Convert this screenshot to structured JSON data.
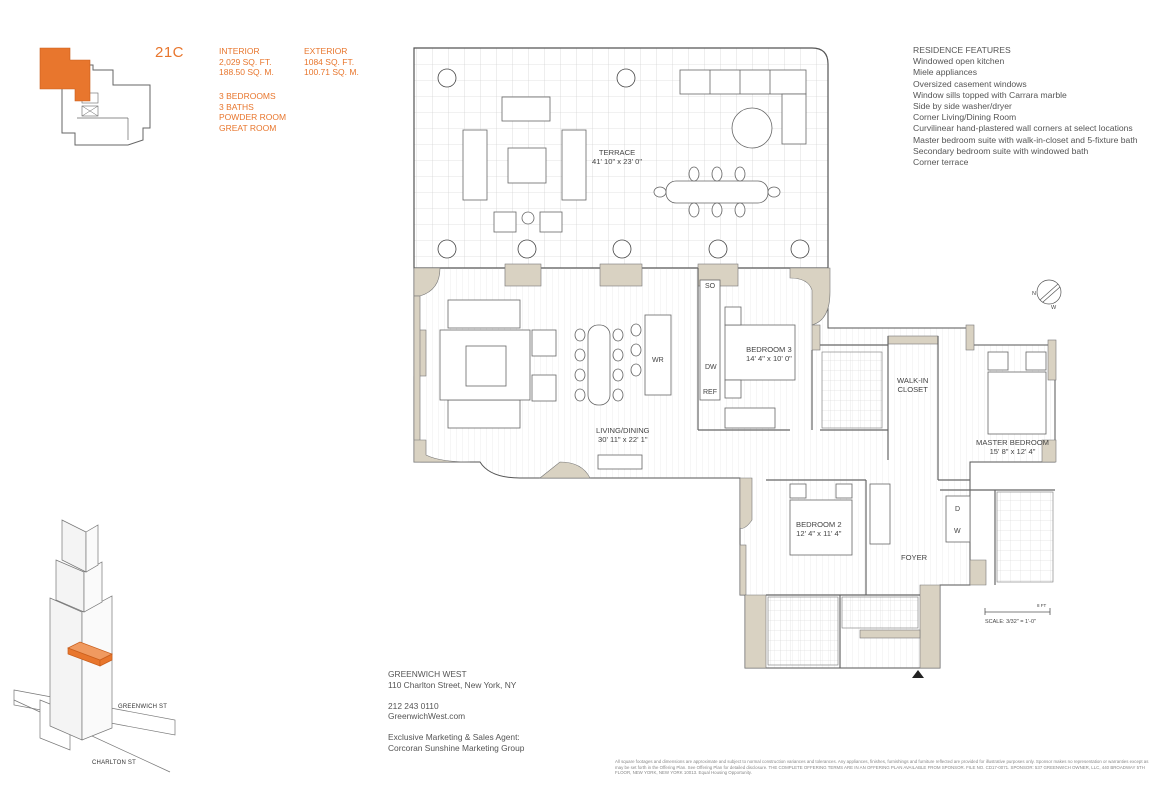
{
  "unit": {
    "number": "21C"
  },
  "interior": {
    "label": "INTERIOR",
    "sqft": "2,029 SQ. FT.",
    "sqm": "188.50 SQ. M."
  },
  "exterior": {
    "label": "EXTERIOR",
    "sqft": "1084 SQ. FT.",
    "sqm": "100.71 SQ. M."
  },
  "layout": [
    "3 BEDROOMS",
    "3 BATHS",
    "POWDER ROOM",
    "GREAT ROOM"
  ],
  "features": {
    "title": "RESIDENCE FEATURES",
    "items": [
      "Windowed open kitchen",
      "Miele appliances",
      "Oversized casement windows",
      "Window sills topped with Carrara marble",
      "Side by side washer/dryer",
      "Corner Living/Dining Room",
      "Curvilinear hand-plastered wall corners at select locations",
      "Master bedroom suite with walk-in-closet and 5-fixture bath",
      "Secondary bedroom suite with windowed bath",
      "Corner terrace"
    ]
  },
  "rooms": {
    "terrace": {
      "name": "TERRACE",
      "dim": "41' 10\" x 23' 0\""
    },
    "living": {
      "name": "LIVING/DINING",
      "dim": "30' 11\" x 22' 1\""
    },
    "bedroom3": {
      "name": "BEDROOM 3",
      "dim": "14' 4\" x 10' 0\""
    },
    "walkin1": "WALK-IN",
    "walkin2": "CLOSET",
    "master": {
      "name": "MASTER BEDROOM",
      "dim": "15' 8\" x 12' 4\""
    },
    "bedroom2": {
      "name": "BEDROOM 2",
      "dim": "12' 4\" x 11' 4\""
    },
    "foyer": "FOYER"
  },
  "fixtures": {
    "so": "SO",
    "dw": "DW",
    "ref": "REF",
    "wr": "WR",
    "d": "D",
    "w": "W"
  },
  "compass": {
    "n": "N",
    "w": "W"
  },
  "scale": {
    "ft": "8 FT",
    "label": "SCALE: 3/32\" = 1'-0\""
  },
  "streets": {
    "greenwich": "GREENWICH ST",
    "charlton": "CHARLTON ST"
  },
  "contact": {
    "name": "GREENWICH WEST",
    "address": "110 Charlton Street, New York, NY",
    "phone": "212 243 0110",
    "web": "GreenwichWest.com",
    "agent_label": "Exclusive Marketing & Sales Agent:",
    "agent": "Corcoran Sunshine Marketing Group"
  },
  "disclaimer": "All square footages and dimensions are approximate and subject to normal construction variances and tolerances. Any appliances, finishes, furnishings and furniture reflected are provided for illustrative purposes only. Sponsor makes no representation or warranties except as may be set forth in the Offering Plan. See Offering Plan for detailed disclosure. THE COMPLETE OFFERING TERMS ARE IN AN OFFERING PLAN AVAILABLE FROM SPONSOR. FILE NO. CD17-0071. SPONSOR: 537 GREENWICH OWNER, LLC, 440 BROADWAY 5TH FLOOR, NEW YORK, NEW YORK 10013. Equal Housing Opportunity.",
  "colors": {
    "accent": "#e8762d",
    "wall": "#d9d2c2",
    "line": "#555555"
  }
}
